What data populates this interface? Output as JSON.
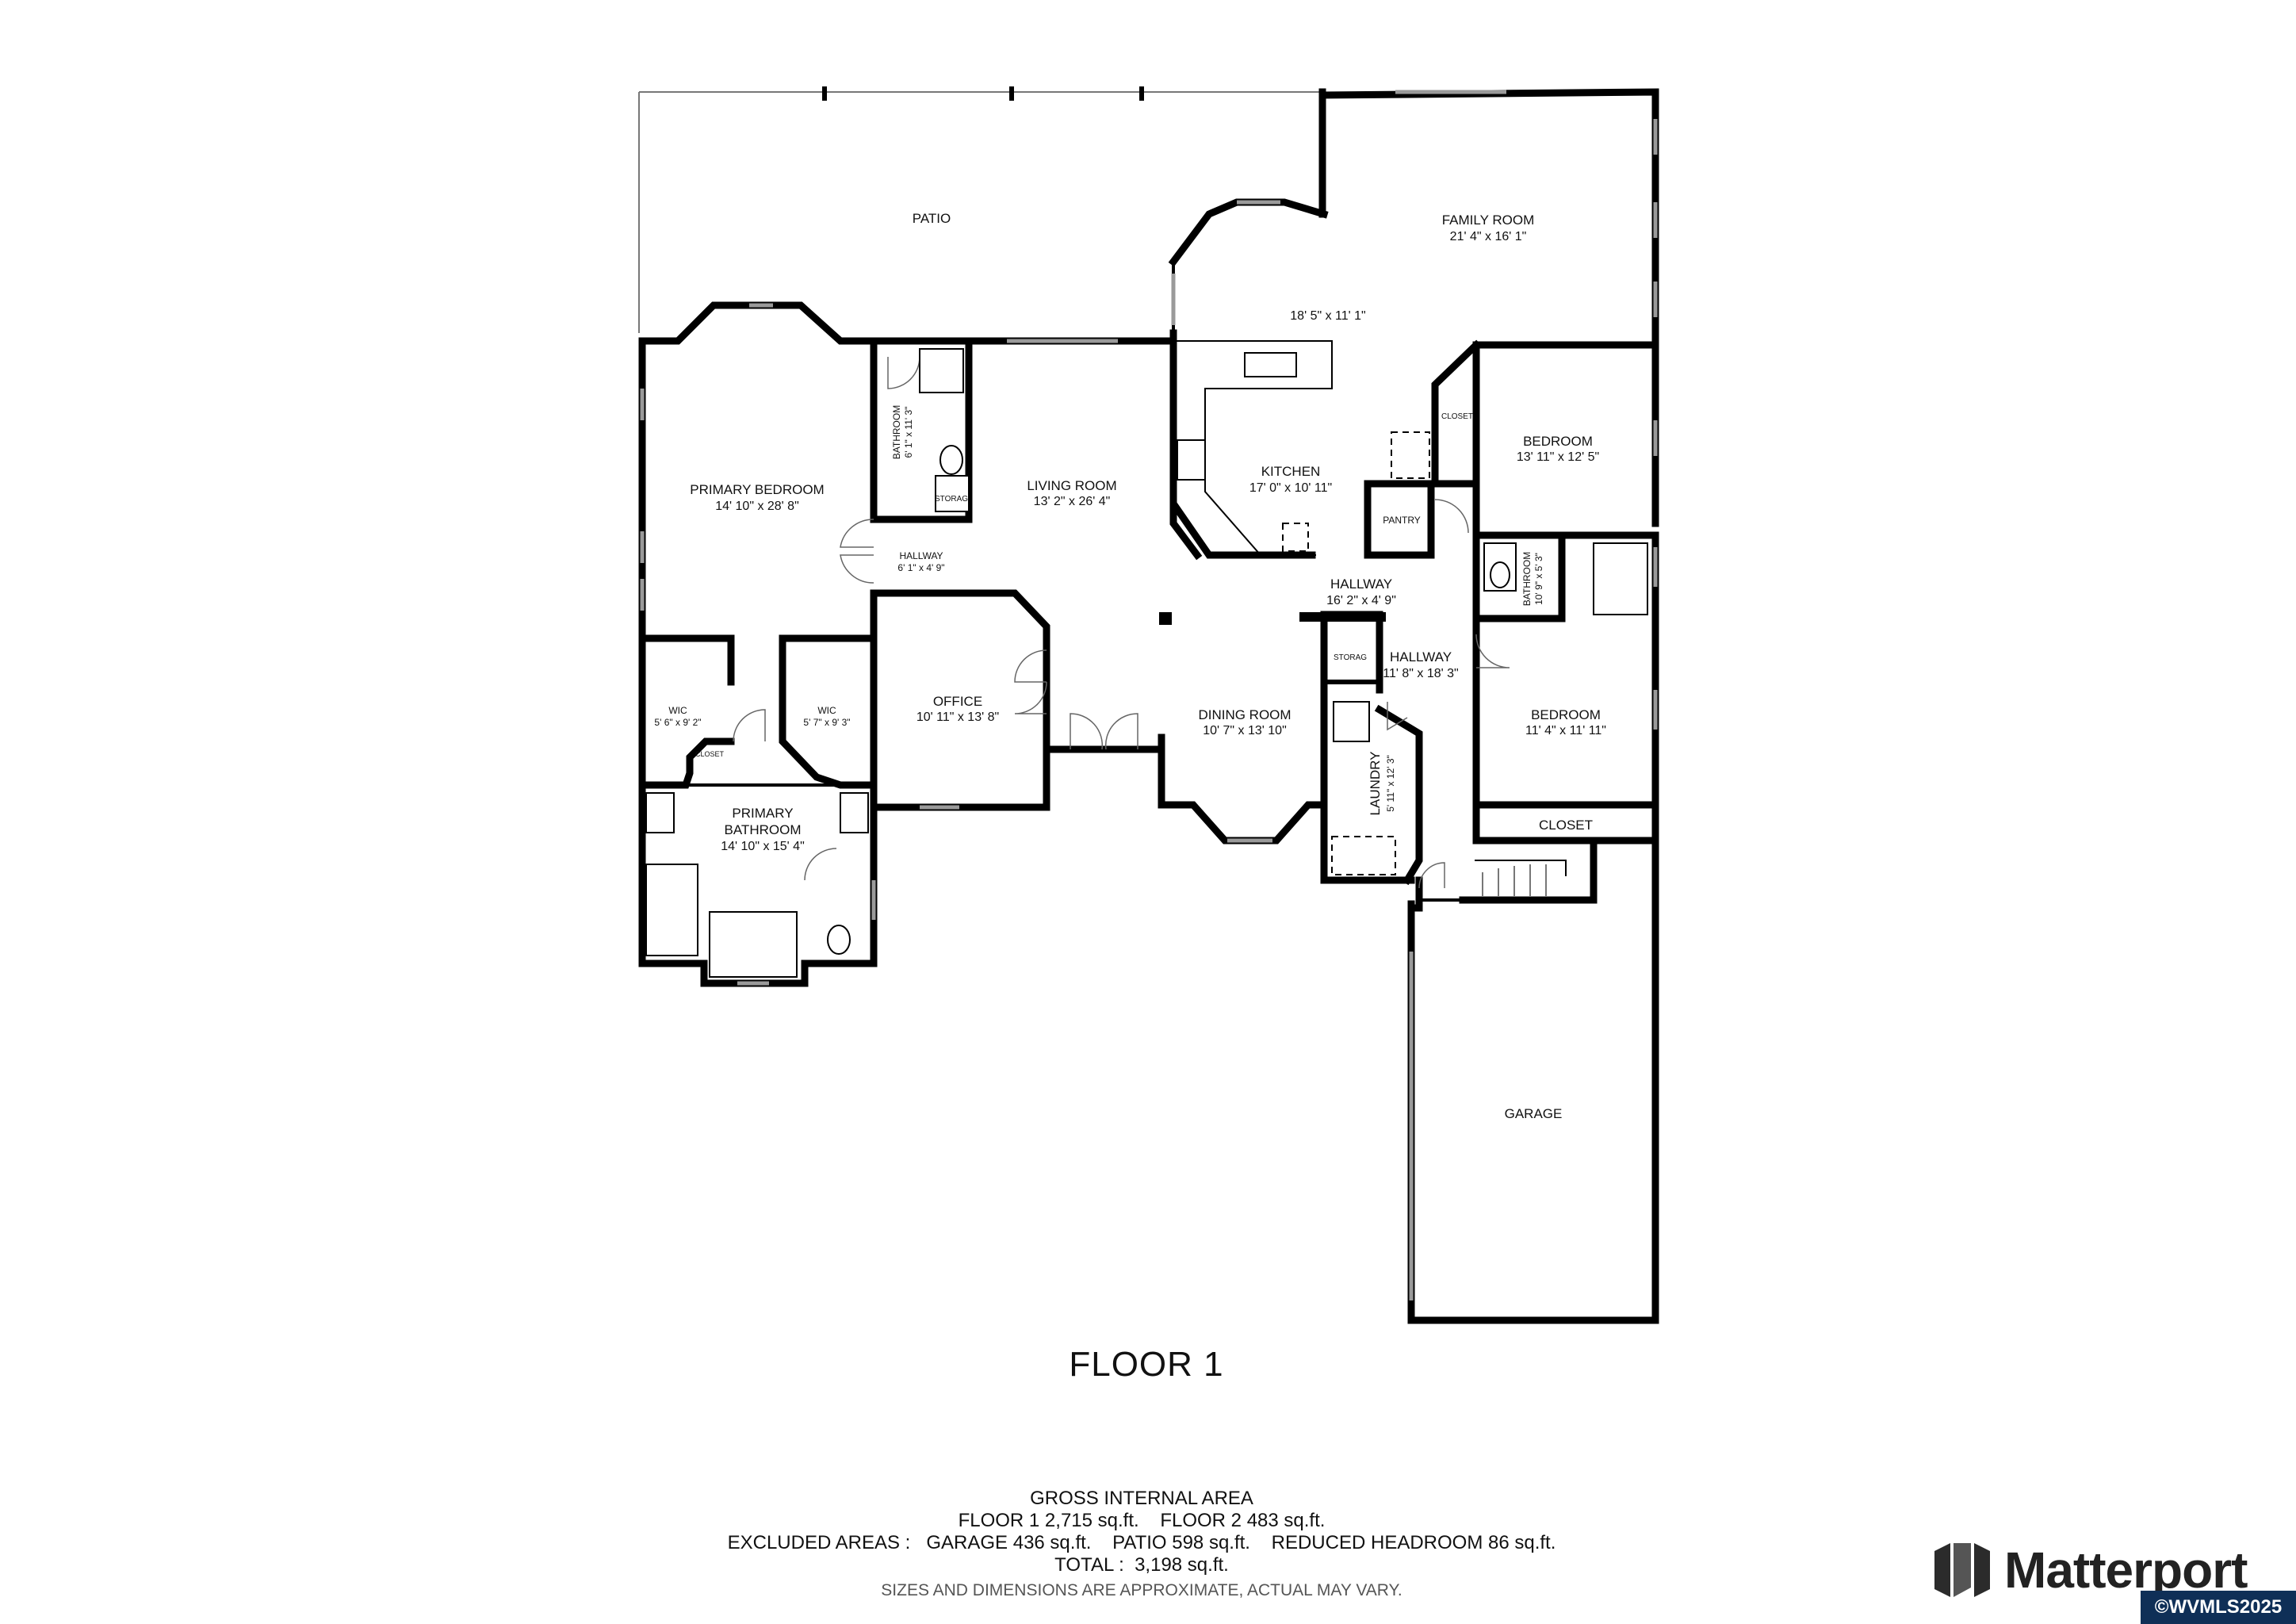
{
  "rooms": {
    "patio": {
      "name": "PATIO"
    },
    "family_room": {
      "name": "FAMILY ROOM",
      "dims": "21' 4\" x 16' 1\""
    },
    "family_area": {
      "dims": "18' 5\" x 11' 1\""
    },
    "primary_bedroom": {
      "name": "PRIMARY BEDROOM",
      "dims": "14' 10\" x 28' 8\""
    },
    "bathroom_1": {
      "name": "BATHROOM",
      "dims": "6' 1\" x 11' 3\""
    },
    "storage_1": {
      "name": "STORAG"
    },
    "living_room": {
      "name": "LIVING ROOM",
      "dims": "13' 2\" x 26' 4\""
    },
    "kitchen": {
      "name": "KITCHEN",
      "dims": "17' 0\" x 10' 11\""
    },
    "closet_1": {
      "name": "CLOSET"
    },
    "bedroom_1": {
      "name": "BEDROOM",
      "dims": "13' 11\" x 12' 5\""
    },
    "pantry": {
      "name": "PANTRY"
    },
    "hallway_1": {
      "name": "HALLWAY",
      "dims": "6' 1\" x 4' 9\""
    },
    "hallway_2": {
      "name": "HALLWAY",
      "dims": "16' 2\" x 4' 9\""
    },
    "bathroom_2": {
      "name": "BATHROOM",
      "dims": "10' 9\" x 5' 3\""
    },
    "storage_2": {
      "name": "STORAG"
    },
    "hallway_3": {
      "name": "HALLWAY",
      "dims": "11' 8\" x 18' 3\""
    },
    "office": {
      "name": "OFFICE",
      "dims": "10' 11\" x 13' 8\""
    },
    "wic_1": {
      "name": "WIC",
      "dims": "5' 6\" x 9' 2\""
    },
    "wic_2": {
      "name": "WIC",
      "dims": "5' 7\" x 9' 3\""
    },
    "closet_2": {
      "name": "CLOSET"
    },
    "dining_room": {
      "name": "DINING ROOM",
      "dims": "10' 7\" x 13' 10\""
    },
    "bedroom_2": {
      "name": "BEDROOM",
      "dims": "11' 4\" x 11' 11\""
    },
    "laundry": {
      "name": "LAUNDRY",
      "dims": "5' 11\" x 12' 3\""
    },
    "closet_3": {
      "name": "CLOSET"
    },
    "primary_bathroom": {
      "name_line1": "PRIMARY",
      "name_line2": "BATHROOM",
      "dims": "14' 10\" x 15' 4\""
    },
    "garage": {
      "name": "GARAGE"
    }
  },
  "floor_title": "FLOOR 1",
  "area_summary": {
    "heading": "GROSS INTERNAL AREA",
    "floors": "FLOOR 1 2,715 sq.ft.    FLOOR 2 483 sq.ft.",
    "excluded": "EXCLUDED AREAS :   GARAGE 436 sq.ft.    PATIO 598 sq.ft.    REDUCED HEADROOM 86 sq.ft.",
    "total": "TOTAL :  3,198 sq.ft.",
    "disclaimer": "SIZES AND DIMENSIONS ARE APPROXIMATE, ACTUAL MAY VARY."
  },
  "brand": {
    "name": "Matterport",
    "icon": "matterport-logo-icon"
  },
  "copyright": "©WVMLS2025"
}
